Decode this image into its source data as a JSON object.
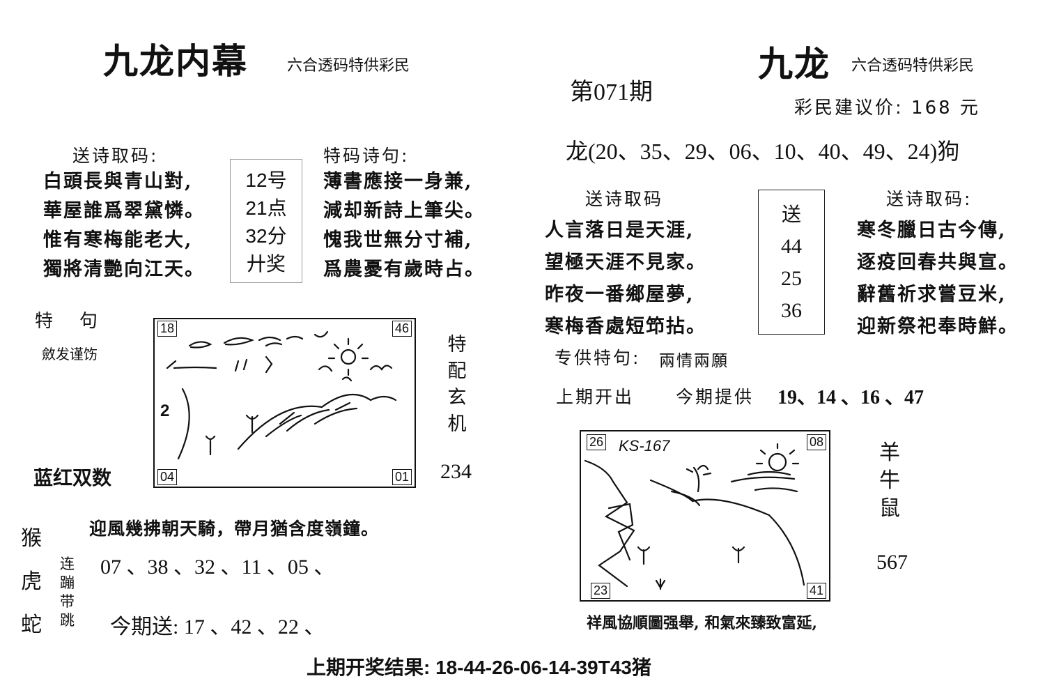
{
  "left": {
    "title": "九龙内幕",
    "subtitle": "六合透码特供彩民",
    "poem_header": "送诗取码:",
    "poem_lines": [
      "白頭長與青山對,",
      "華屋誰爲翠黛憐。",
      "惟有寒梅能老大,",
      "獨將清艷向江天。"
    ],
    "box_lines": [
      "12号",
      "21点",
      "32分",
      "廾奖"
    ],
    "special_header": "特码诗句:",
    "special_lines": [
      "薄書應接一身兼,",
      "減却新詩上筆尖。",
      "愧我世無分寸補,",
      "爲農憂有歲時占。"
    ],
    "teju_label": "特　句",
    "teju_text": "斂发谨饬",
    "pic_corners": [
      "18",
      "46",
      "04",
      "01"
    ],
    "pic_number": "2",
    "side_vertical": "特配玄机",
    "side_number": "234",
    "color_label": "蓝红双数",
    "verse": "迎風幾拂朝天騎，帶月猶含度嶺鐘。",
    "animals_vertical": [
      "猴",
      "虎",
      "蛇"
    ],
    "lianbeng_vertical": [
      "连",
      "蹦",
      "带",
      "跳"
    ],
    "lianbeng_numbers": "07 、38 、32 、11 、05 、",
    "send_line": "今期送: 17 、42 、22 、"
  },
  "center": {
    "issue": "第071期"
  },
  "right": {
    "title": "九龙",
    "subtitle": "六合透码特供彩民",
    "price": "彩民建议价: 168 元",
    "dragon_line": "龙(20、35、29、06、10、40、49、24)狗",
    "poem1_header": "送诗取码",
    "poem1_lines": [
      "人言落日是天涯,",
      "望極天涯不見家。",
      "昨夜一番鄉屋夢,",
      "寒梅香處短笻拈。"
    ],
    "box_lines": [
      "送",
      "44",
      "25",
      "36"
    ],
    "poem2_header": "送诗取码:",
    "poem2_lines": [
      "寒冬臘日古今傳,",
      "逐疫回春共與宣。",
      "辭舊祈求嘗豆米,",
      "迎新祭祀奉時鮮。"
    ],
    "special_label": "专供特句:",
    "special_text": "兩情兩願",
    "last_label": "上期开出",
    "provide_label": "今期提供",
    "provide_numbers": "19、14 、16 、47",
    "pic_corners": [
      "26",
      "08",
      "23",
      "41"
    ],
    "pic_scrawl": "KS-167",
    "side_vertical": [
      "羊",
      "牛",
      "鼠"
    ],
    "side_number": "567",
    "verse": "祥風協順圖强舉, 和氣來臻致富延,"
  },
  "footer": {
    "result": "上期开奖结果: 18-44-26-06-14-39T43猪"
  }
}
